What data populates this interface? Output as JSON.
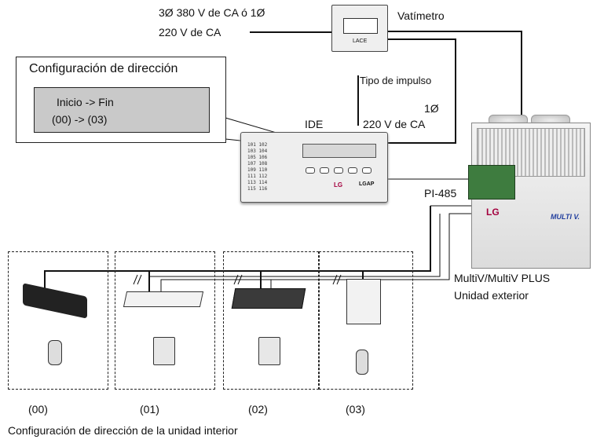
{
  "power_supply_label_1": "3Ø 380 V de CA ó 1Ø",
  "power_supply_label_2": "220 V de CA",
  "wattmeter_label": "Vatímetro",
  "wattmeter_brand": "LACE",
  "config_box": {
    "title": "Configuración de dirección",
    "line1": "Inicio -> Fin",
    "line2": "(00) -> (03)"
  },
  "pulse_type_label": "Tipo de impulso",
  "pulse_power_label_1": "1Ø",
  "pulse_power_label_2": "220 V de CA",
  "ide_label": "IDE",
  "ide_brand": "LG",
  "ide_model": "LGAP",
  "ide_list": [
    "101 102",
    "103 104",
    "105 106",
    "107 108",
    "109 110",
    "111 112",
    "113 114",
    "115 116"
  ],
  "pi485_label": "PI-485",
  "outdoor_brand": "LG",
  "outdoor_series": "MULTI V.",
  "outdoor_label_1": "MultiV/MultiV PLUS",
  "outdoor_label_2": "Unidad exterior",
  "indoor_units": [
    {
      "address": "(00)",
      "type": "wall-mounted"
    },
    {
      "address": "(01)",
      "type": "ceiling-cassette"
    },
    {
      "address": "(02)",
      "type": "ducted"
    },
    {
      "address": "(03)",
      "type": "console"
    }
  ],
  "caption": "Configuración de dirección de la unidad interior"
}
